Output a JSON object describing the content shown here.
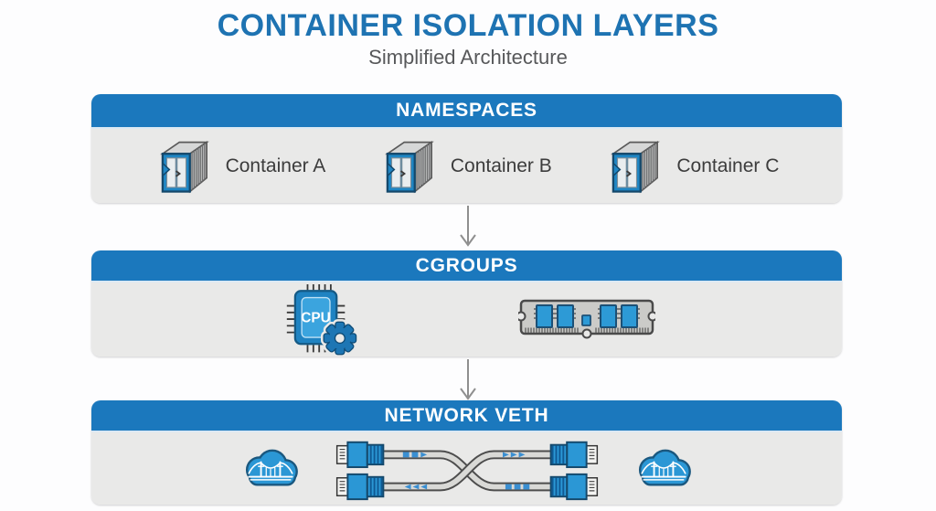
{
  "title": "CONTAINER ISOLATION LAYERS",
  "subtitle": "Simplified Architecture",
  "layers": {
    "namespaces": {
      "header": "NAMESPACES",
      "containers": [
        {
          "label": "Container A",
          "icon": "container-box-icon"
        },
        {
          "label": "Container B",
          "icon": "container-box-icon"
        },
        {
          "label": "Container C",
          "icon": "container-box-icon"
        }
      ]
    },
    "cgroups": {
      "header": "CGROUPS",
      "cpu_label": "CPU",
      "icons": [
        "cpu-chip-with-gear-icon",
        "ram-memory-module-icon"
      ]
    },
    "network_veth": {
      "header": "NETWORK VETH",
      "icons": [
        "bridge-cloud-icon",
        "crossed-veth-cable-pair-icon",
        "bridge-cloud-icon"
      ]
    }
  },
  "connectors": [
    "down-arrow",
    "down-arrow"
  ],
  "colors": {
    "header_blue": "#1b78bd",
    "title_blue": "#1e73b2",
    "subtitle_gray": "#57585a",
    "band_gray": "#e9e9e8",
    "icon_blue": "#2b97d5",
    "icon_blue_dark": "#14486b",
    "cable_gray": "#d9d9d6",
    "arrow_gray": "#8f8f8f",
    "label_dark": "#3c3c3c",
    "background": "#fdfdfe"
  }
}
